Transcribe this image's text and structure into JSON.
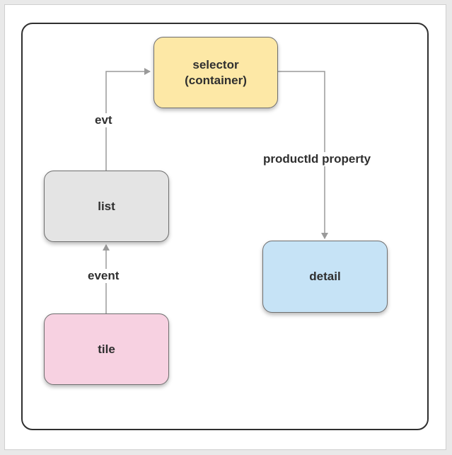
{
  "nodes": {
    "selector": {
      "text": "selector\n(container)",
      "color": "#fde8a6"
    },
    "list": {
      "text": "list",
      "color": "#e4e4e4"
    },
    "tile": {
      "text": "tile",
      "color": "#f7d1e1"
    },
    "detail": {
      "text": "detail",
      "color": "#c6e3f6"
    }
  },
  "edges": {
    "list_to_selector": "evt",
    "tile_to_list": "event",
    "selector_to_detail": "productId property"
  },
  "colors": {
    "edge": "#9a9a9a",
    "border": "#2f2f2f"
  }
}
